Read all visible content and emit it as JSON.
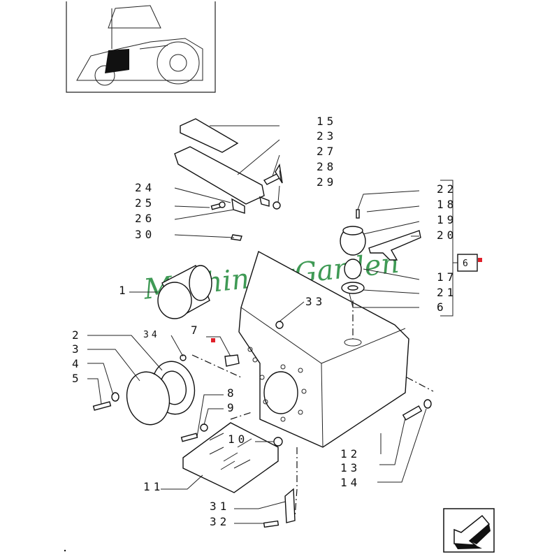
{
  "watermark": "MachineryGarden",
  "labels": {
    "l15": "15",
    "l23": "23",
    "l27": "27",
    "l28": "28",
    "l29": "29",
    "l24": "24",
    "l25": "25",
    "l26": "26",
    "l30": "30",
    "l22": "22",
    "l18": "18",
    "l19": "19",
    "l20": "20",
    "l6box": "6",
    "l17": "17",
    "l21": "21",
    "l6": "6",
    "l33": "33",
    "l1": "1",
    "l7": "7",
    "l34": "34",
    "l2": "2",
    "l3": "3",
    "l4": "4",
    "l5": "5",
    "l8": "8",
    "l9": "9",
    "l10": "10",
    "l11": "11",
    "l12": "12",
    "l13": "13",
    "l14": "14",
    "l31": "31",
    "l32": "32"
  },
  "colors": {
    "marker": "#e0202a",
    "watermark": "#3f9a55"
  },
  "icons": {
    "nav": "arrow-down-left-icon"
  }
}
